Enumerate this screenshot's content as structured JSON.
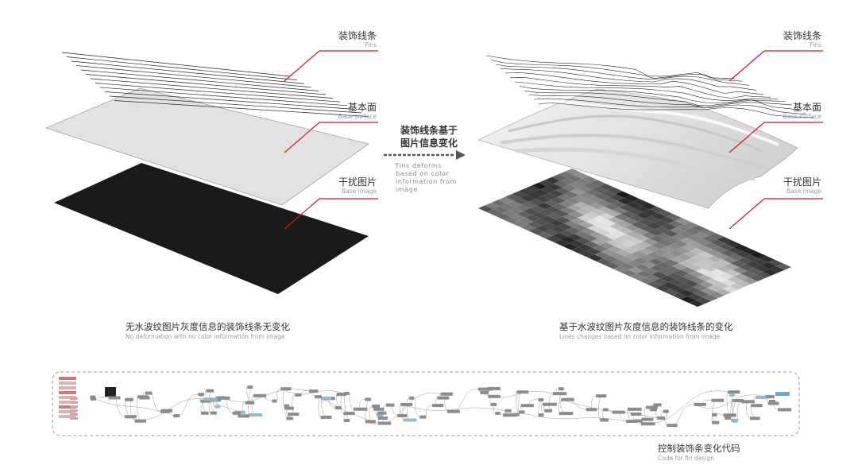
{
  "left": {
    "fins": {
      "zh": "装饰线条",
      "en": "Fins"
    },
    "base_surface": {
      "zh": "基本面",
      "en": "Base surface"
    },
    "base_image": {
      "zh": "干扰图片",
      "en": "Base image"
    },
    "caption": {
      "zh": "无水波纹图片灰度信息的装饰线条无变化",
      "en": "No deformation with no color information from image"
    }
  },
  "right": {
    "fins": {
      "zh": "装饰线条",
      "en": "Fins"
    },
    "base_surface": {
      "zh": "基本面",
      "en": "Base surface"
    },
    "base_image": {
      "zh": "干扰图片",
      "en": "Base image"
    },
    "caption": {
      "zh": "基于水波纹图片灰度信息的装饰线条的变化",
      "en": "Lines changes based on color information from image"
    }
  },
  "transition": {
    "zh_line1": "装饰线条基于",
    "zh_line2": "图片信息变化",
    "en_line1": "Fins deforms",
    "en_line2": "based on color",
    "en_line3": "information from",
    "en_line4": "image"
  },
  "code_panel": {
    "caption": {
      "zh": "控制装饰条变化代码",
      "en": "Code for fin design"
    }
  },
  "colors": {
    "leader": "#c41e24",
    "black_plane": "#1a1a1a",
    "grey_plane": "#e2e2e2",
    "dashed_border": "#9a9a9a"
  }
}
